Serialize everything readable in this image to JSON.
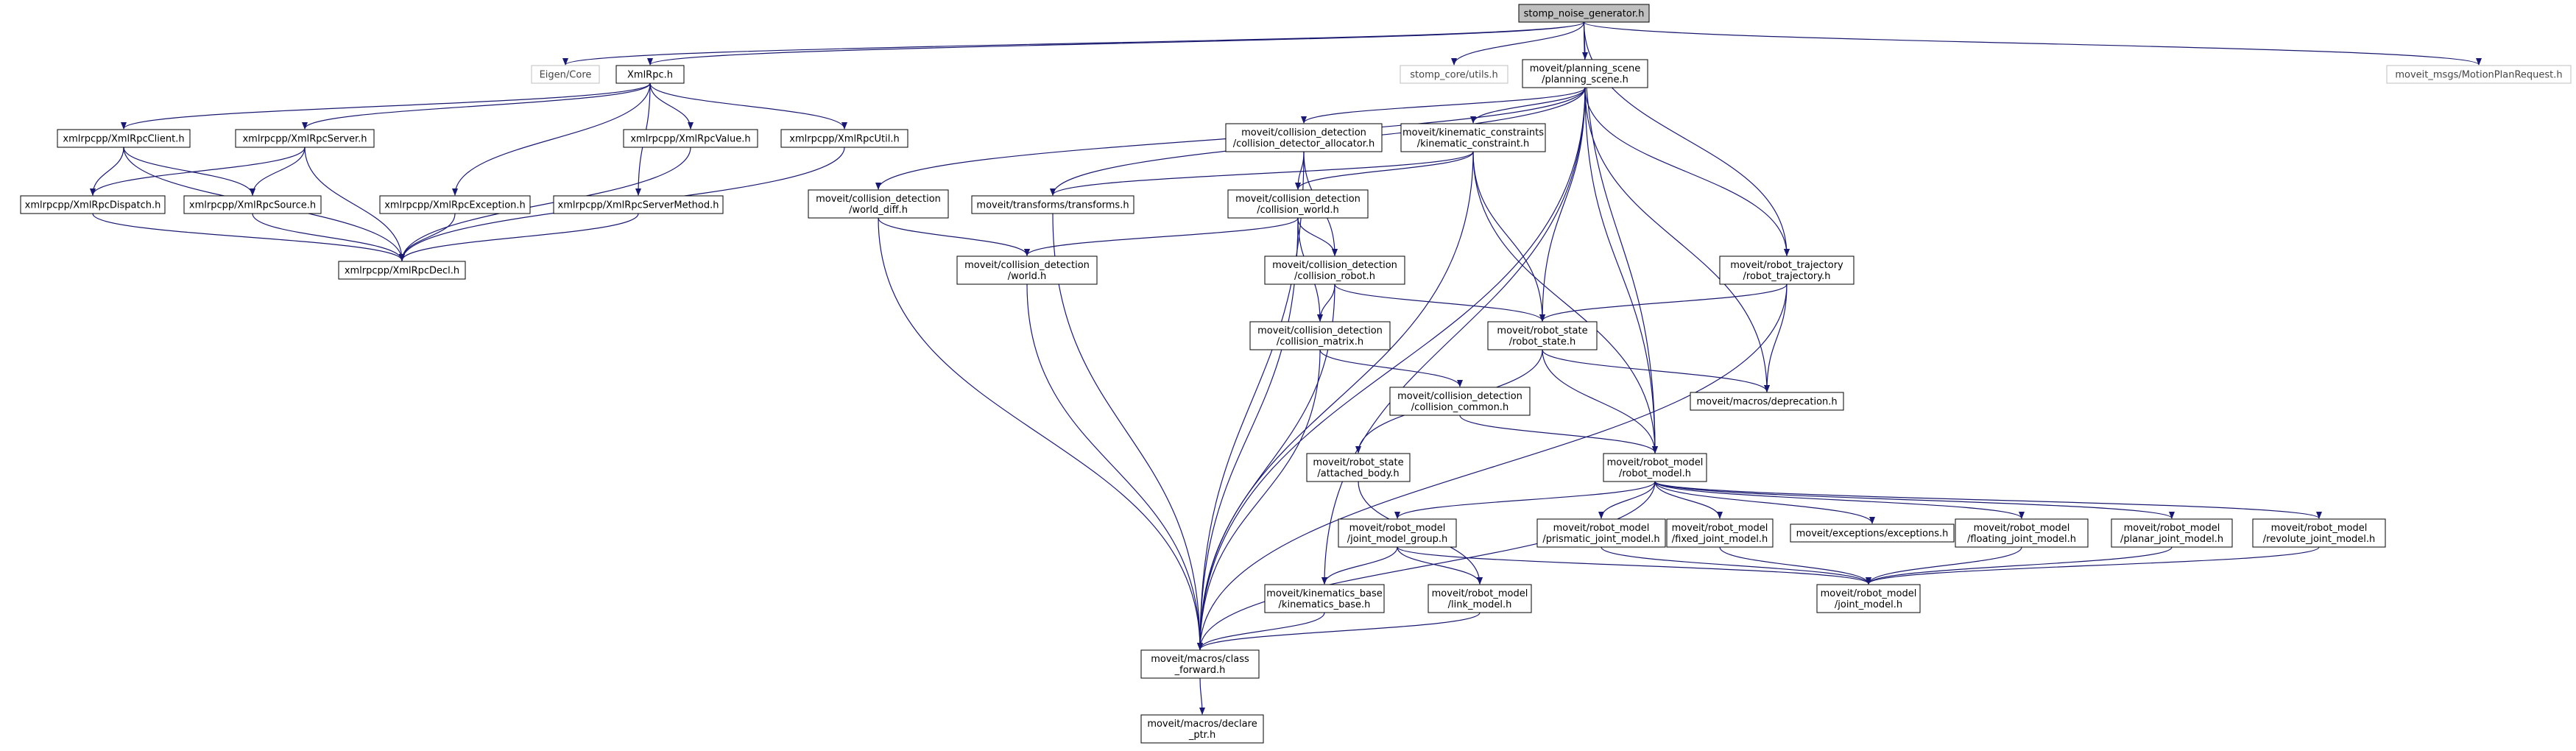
{
  "diagram": {
    "style": {
      "node_fill": "#ffffff",
      "node_stroke": "#000000",
      "root_fill": "#bfbfbf",
      "external_stroke": "#bfbfbf",
      "edge_color": "#191970"
    },
    "nodes": [
      {
        "id": "root",
        "lines": [
          "stomp_noise_generator.h"
        ],
        "kind": "root"
      },
      {
        "id": "eigen",
        "lines": [
          "Eigen/Core"
        ],
        "kind": "external"
      },
      {
        "id": "xmlrpc",
        "lines": [
          "XmlRpc.h"
        ],
        "kind": "normal"
      },
      {
        "id": "stompcore",
        "lines": [
          "stomp_core/utils.h"
        ],
        "kind": "external"
      },
      {
        "id": "planscene",
        "lines": [
          "moveit/planning_scene",
          "/planning_scene.h"
        ],
        "kind": "normal"
      },
      {
        "id": "motionplan",
        "lines": [
          "moveit_msgs/MotionPlanRequest.h"
        ],
        "kind": "external"
      },
      {
        "id": "client",
        "lines": [
          "xmlrpcpp/XmlRpcClient.h"
        ],
        "kind": "normal"
      },
      {
        "id": "server",
        "lines": [
          "xmlrpcpp/XmlRpcServer.h"
        ],
        "kind": "normal"
      },
      {
        "id": "value",
        "lines": [
          "xmlrpcpp/XmlRpcValue.h"
        ],
        "kind": "normal"
      },
      {
        "id": "util",
        "lines": [
          "xmlrpcpp/XmlRpcUtil.h"
        ],
        "kind": "normal"
      },
      {
        "id": "dispatch",
        "lines": [
          "xmlrpcpp/XmlRpcDispatch.h"
        ],
        "kind": "normal"
      },
      {
        "id": "source",
        "lines": [
          "xmlrpcpp/XmlRpcSource.h"
        ],
        "kind": "normal"
      },
      {
        "id": "exception",
        "lines": [
          "xmlrpcpp/XmlRpcException.h"
        ],
        "kind": "normal"
      },
      {
        "id": "servermethod",
        "lines": [
          "xmlrpcpp/XmlRpcServerMethod.h"
        ],
        "kind": "normal"
      },
      {
        "id": "decl",
        "lines": [
          "xmlrpcpp/XmlRpcDecl.h"
        ],
        "kind": "normal"
      },
      {
        "id": "cdalloc",
        "lines": [
          "moveit/collision_detection",
          "/collision_detector_allocator.h"
        ],
        "kind": "normal"
      },
      {
        "id": "kinconstr",
        "lines": [
          "moveit/kinematic_constraints",
          "/kinematic_constraint.h"
        ],
        "kind": "normal"
      },
      {
        "id": "worlddiff",
        "lines": [
          "moveit/collision_detection",
          "/world_diff.h"
        ],
        "kind": "normal"
      },
      {
        "id": "transforms",
        "lines": [
          "moveit/transforms/transforms.h"
        ],
        "kind": "normal"
      },
      {
        "id": "cworld",
        "lines": [
          "moveit/collision_detection",
          "/collision_world.h"
        ],
        "kind": "normal"
      },
      {
        "id": "world",
        "lines": [
          "moveit/collision_detection",
          "/world.h"
        ],
        "kind": "normal"
      },
      {
        "id": "crobot",
        "lines": [
          "moveit/collision_detection",
          "/collision_robot.h"
        ],
        "kind": "normal"
      },
      {
        "id": "cmatrix",
        "lines": [
          "moveit/collision_detection",
          "/collision_matrix.h"
        ],
        "kind": "normal"
      },
      {
        "id": "robotstate",
        "lines": [
          "moveit/robot_state",
          "/robot_state.h"
        ],
        "kind": "normal"
      },
      {
        "id": "robottraj",
        "lines": [
          "moveit/robot_trajectory",
          "/robot_trajectory.h"
        ],
        "kind": "normal"
      },
      {
        "id": "ccommon",
        "lines": [
          "moveit/collision_detection",
          "/collision_common.h"
        ],
        "kind": "normal"
      },
      {
        "id": "deprecation",
        "lines": [
          "moveit/macros/deprecation.h"
        ],
        "kind": "normal"
      },
      {
        "id": "attached",
        "lines": [
          "moveit/robot_state",
          "/attached_body.h"
        ],
        "kind": "normal"
      },
      {
        "id": "robotmodel",
        "lines": [
          "moveit/robot_model",
          "/robot_model.h"
        ],
        "kind": "normal"
      },
      {
        "id": "jmgroup",
        "lines": [
          "moveit/robot_model",
          "/joint_model_group.h"
        ],
        "kind": "normal"
      },
      {
        "id": "prismatic",
        "lines": [
          "moveit/robot_model",
          "/prismatic_joint_model.h"
        ],
        "kind": "normal"
      },
      {
        "id": "fixed",
        "lines": [
          "moveit/robot_model",
          "/fixed_joint_model.h"
        ],
        "kind": "normal"
      },
      {
        "id": "exceptions",
        "lines": [
          "moveit/exceptions/exceptions.h"
        ],
        "kind": "normal"
      },
      {
        "id": "floating",
        "lines": [
          "moveit/robot_model",
          "/floating_joint_model.h"
        ],
        "kind": "normal"
      },
      {
        "id": "planar",
        "lines": [
          "moveit/robot_model",
          "/planar_joint_model.h"
        ],
        "kind": "normal"
      },
      {
        "id": "revolute",
        "lines": [
          "moveit/robot_model",
          "/revolute_joint_model.h"
        ],
        "kind": "normal"
      },
      {
        "id": "kinbase",
        "lines": [
          "moveit/kinematics_base",
          "/kinematics_base.h"
        ],
        "kind": "normal"
      },
      {
        "id": "linkmodel",
        "lines": [
          "moveit/robot_model",
          "/link_model.h"
        ],
        "kind": "normal"
      },
      {
        "id": "jointmodel",
        "lines": [
          "moveit/robot_model",
          "/joint_model.h"
        ],
        "kind": "normal"
      },
      {
        "id": "classfwd",
        "lines": [
          "moveit/macros/class",
          "_forward.h"
        ],
        "kind": "normal"
      },
      {
        "id": "declptr",
        "lines": [
          "moveit/macros/declare",
          "_ptr.h"
        ],
        "kind": "normal"
      }
    ],
    "edges": [
      [
        "root",
        "eigen"
      ],
      [
        "root",
        "xmlrpc"
      ],
      [
        "root",
        "stompcore"
      ],
      [
        "root",
        "planscene"
      ],
      [
        "root",
        "motionplan"
      ],
      [
        "root",
        "robottraj"
      ],
      [
        "root",
        "robotmodel"
      ],
      [
        "xmlrpc",
        "client"
      ],
      [
        "xmlrpc",
        "server"
      ],
      [
        "xmlrpc",
        "value"
      ],
      [
        "xmlrpc",
        "util"
      ],
      [
        "xmlrpc",
        "exception"
      ],
      [
        "xmlrpc",
        "servermethod"
      ],
      [
        "client",
        "dispatch"
      ],
      [
        "client",
        "source"
      ],
      [
        "client",
        "decl"
      ],
      [
        "server",
        "dispatch"
      ],
      [
        "server",
        "source"
      ],
      [
        "server",
        "decl"
      ],
      [
        "dispatch",
        "decl"
      ],
      [
        "source",
        "decl"
      ],
      [
        "exception",
        "decl"
      ],
      [
        "servermethod",
        "decl"
      ],
      [
        "value",
        "decl"
      ],
      [
        "util",
        "decl"
      ],
      [
        "planscene",
        "cdalloc"
      ],
      [
        "planscene",
        "kinconstr"
      ],
      [
        "planscene",
        "worlddiff"
      ],
      [
        "planscene",
        "transforms"
      ],
      [
        "planscene",
        "robotstate"
      ],
      [
        "planscene",
        "robottraj"
      ],
      [
        "planscene",
        "deprecation"
      ],
      [
        "planscene",
        "robotmodel"
      ],
      [
        "planscene",
        "kinbase"
      ],
      [
        "planscene",
        "classfwd"
      ],
      [
        "cdalloc",
        "cworld"
      ],
      [
        "cdalloc",
        "crobot"
      ],
      [
        "cdalloc",
        "classfwd"
      ],
      [
        "kinconstr",
        "transforms"
      ],
      [
        "kinconstr",
        "cworld"
      ],
      [
        "kinconstr",
        "robotstate"
      ],
      [
        "kinconstr",
        "robotmodel"
      ],
      [
        "kinconstr",
        "classfwd"
      ],
      [
        "worlddiff",
        "world"
      ],
      [
        "worlddiff",
        "classfwd"
      ],
      [
        "transforms",
        "classfwd"
      ],
      [
        "cworld",
        "world"
      ],
      [
        "cworld",
        "crobot"
      ],
      [
        "cworld",
        "cmatrix"
      ],
      [
        "cworld",
        "classfwd"
      ],
      [
        "world",
        "classfwd"
      ],
      [
        "crobot",
        "cmatrix"
      ],
      [
        "crobot",
        "robotstate"
      ],
      [
        "crobot",
        "classfwd"
      ],
      [
        "cmatrix",
        "ccommon"
      ],
      [
        "cmatrix",
        "classfwd"
      ],
      [
        "robotstate",
        "attached"
      ],
      [
        "robotstate",
        "robotmodel"
      ],
      [
        "robotstate",
        "deprecation"
      ],
      [
        "robottraj",
        "robotstate"
      ],
      [
        "robottraj",
        "deprecation"
      ],
      [
        "robottraj",
        "classfwd"
      ],
      [
        "ccommon",
        "robotmodel"
      ],
      [
        "attached",
        "linkmodel"
      ],
      [
        "robotmodel",
        "jmgroup"
      ],
      [
        "robotmodel",
        "prismatic"
      ],
      [
        "robotmodel",
        "fixed"
      ],
      [
        "robotmodel",
        "exceptions"
      ],
      [
        "robotmodel",
        "floating"
      ],
      [
        "robotmodel",
        "planar"
      ],
      [
        "robotmodel",
        "revolute"
      ],
      [
        "robotmodel",
        "classfwd"
      ],
      [
        "jmgroup",
        "kinbase"
      ],
      [
        "jmgroup",
        "linkmodel"
      ],
      [
        "jmgroup",
        "jointmodel"
      ],
      [
        "prismatic",
        "jointmodel"
      ],
      [
        "fixed",
        "jointmodel"
      ],
      [
        "floating",
        "jointmodel"
      ],
      [
        "planar",
        "jointmodel"
      ],
      [
        "revolute",
        "jointmodel"
      ],
      [
        "kinbase",
        "classfwd"
      ],
      [
        "linkmodel",
        "classfwd"
      ],
      [
        "classfwd",
        "declptr"
      ]
    ]
  }
}
